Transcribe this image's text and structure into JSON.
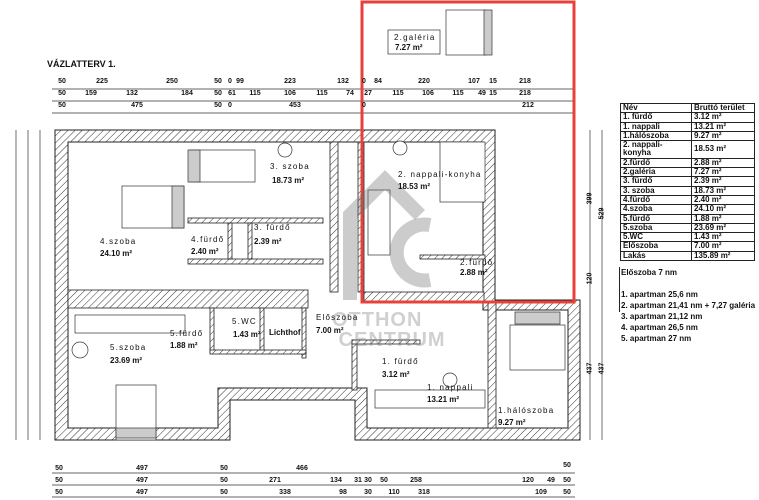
{
  "title": "VÁZLATTERV 1.",
  "gallery": {
    "name": "2.galéria",
    "area": "7.27 m²"
  },
  "watermark": "OTTHON CENTRUM",
  "highlight_color": "#e8403a",
  "rooms": {
    "szoba3": {
      "name": "3. szoba",
      "area": "18.73 m²"
    },
    "nappali_konyha2": {
      "name": "2. nappali-konyha",
      "area": "18.53 m²"
    },
    "szoba4": {
      "name": "4.szoba",
      "area": "24.10 m²"
    },
    "furdo4": {
      "name": "4.fürdő",
      "area": "2.40 m²"
    },
    "furdo3": {
      "name": "3. fürdő",
      "area": "2.39 m²"
    },
    "furdo2": {
      "name": "2.fürdő",
      "area": "2.88 m²"
    },
    "szoba5": {
      "name": "5.szoba",
      "area": "23.69 m²"
    },
    "furdo5": {
      "name": "5.fürdő",
      "area": "1.88 m²"
    },
    "wc5": {
      "name": "5.WC",
      "area": "1.43 m²"
    },
    "lichthof": {
      "name": "Lichthof"
    },
    "eloszoba": {
      "name": "Előszoba",
      "area": "7.00 m²"
    },
    "furdo1": {
      "name": "1. fürdő",
      "area": "3.12 m²"
    },
    "nappali1": {
      "name": "1. nappali",
      "area": "13.21 m²"
    },
    "haloszoba1": {
      "name": "1.hálószoba",
      "area": "9.27 m²"
    }
  },
  "area_table": {
    "headers": [
      "Név",
      "Bruttó terület"
    ],
    "rows": [
      [
        "1. fürdő",
        "3.12 m²"
      ],
      [
        "1. nappali",
        "13.21 m²"
      ],
      [
        "1.hálószoba",
        "9.27 m²"
      ],
      [
        "2. nappali-konyha",
        "18.53 m²"
      ],
      [
        "2.fürdő",
        "2.88 m²"
      ],
      [
        "2.galéria",
        "7.27 m²"
      ],
      [
        "3. fürdő",
        "2.39 m²"
      ],
      [
        "3. szoba",
        "18.73 m²"
      ],
      [
        "4.fürdő",
        "2.40 m²"
      ],
      [
        "4.szoba",
        "24.10 m²"
      ],
      [
        "5.fürdő",
        "1.88 m²"
      ],
      [
        "5.szoba",
        "23.69 m²"
      ],
      [
        "5.WC",
        "1.43 m²"
      ],
      [
        "Előszoba",
        "7.00 m²"
      ],
      [
        "Lakás",
        "135.89 m²"
      ]
    ]
  },
  "summary": {
    "hall": "Előszoba 7 nm",
    "apartments": [
      "1. apartman 25,6 nm",
      "2. apartman 21,41 nm + 7,27 galéria",
      "3. apartman 21,12 nm",
      "4. apartman 26,5 nm",
      "5. apartman 27 nm"
    ]
  },
  "dimensions": {
    "top1": [
      "50",
      "225",
      "250",
      "50",
      "0",
      "99",
      "223",
      "132",
      "0",
      "84",
      "220",
      "107",
      "15",
      "218"
    ],
    "top2": [
      "50",
      "159",
      "132",
      "184",
      "50",
      "61",
      "115",
      "106",
      "115",
      "74",
      "27",
      "115",
      "106",
      "115",
      "49",
      "15",
      "218"
    ],
    "top3": [
      "50",
      "475",
      "50",
      "0",
      "453",
      "0",
      "212"
    ],
    "bottom0": [
      "50"
    ],
    "bottom1": [
      "50",
      "497",
      "50",
      "466"
    ],
    "bottom2": [
      "50",
      "497",
      "50",
      "271",
      "134",
      "31",
      "30",
      "50",
      "258",
      "120",
      "49",
      "50"
    ],
    "bottom3": [
      "50",
      "497",
      "50",
      "338",
      "98",
      "30",
      "110",
      "318",
      "109",
      "50"
    ],
    "right": [
      "399",
      "529",
      "437",
      "437",
      "120"
    ]
  }
}
